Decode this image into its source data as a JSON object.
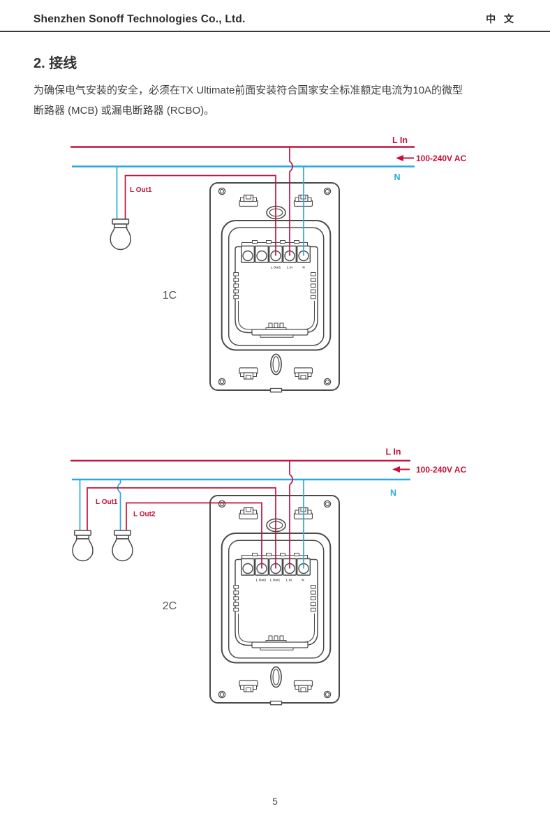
{
  "header": {
    "company": "Shenzhen Sonoff Technologies Co., Ltd.",
    "language": "中 文"
  },
  "section": {
    "title": "2. 接线",
    "paragraph_lines": [
      "为确保电气安装的安全，必须在TX Ultimate前面安装符合国家安全标准额定电流为10A的微型",
      "断路器 (MCB) 或漏电断路器 (RCBO)。"
    ]
  },
  "colors": {
    "wire_red": "#c5123a",
    "wire_blue": "#29a9e1",
    "drawing_gray": "#4a4a4b"
  },
  "diagram_1c": {
    "name": "1C",
    "live_label": "L In",
    "neutral_label": "N",
    "voltage_label": "100-240V AC",
    "out1_label": "L Out1",
    "terminal_labels": [
      "L Out1",
      "L In",
      "N"
    ]
  },
  "diagram_2c": {
    "name": "2C",
    "live_label": "L In",
    "neutral_label": "N",
    "voltage_label": "100-240V AC",
    "out1_label": "L Out1",
    "out2_label": "L Out2",
    "terminal_labels": [
      "L Out2",
      "L Out1",
      "L In",
      "N"
    ]
  },
  "footer": {
    "page_number": "5"
  }
}
